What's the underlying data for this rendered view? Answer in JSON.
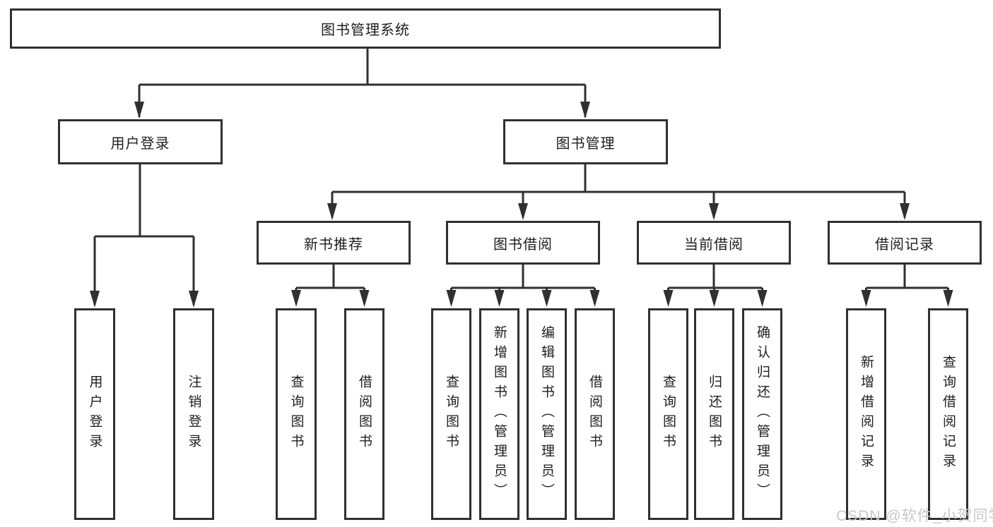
{
  "diagram_type": "functional-decomposition-tree",
  "tree": {
    "root": "图书管理系统",
    "branches": [
      {
        "label": "用户登录",
        "leaves": [
          "用户登录",
          "注销登录"
        ]
      },
      {
        "label": "图书管理",
        "groups": [
          {
            "label": "新书推荐",
            "leaves": [
              "查询图书",
              "借阅图书"
            ]
          },
          {
            "label": "图书借阅",
            "leaves": [
              "查询图书",
              "新增图书（管理员）",
              "编辑图书（管理员）",
              "借阅图书"
            ]
          },
          {
            "label": "当前借阅",
            "leaves": [
              "查询图书",
              "归还图书",
              "确认归还（管理员）"
            ]
          },
          {
            "label": "借阅记录",
            "leaves": [
              "新增借阅记录",
              "查询借阅记录"
            ]
          }
        ]
      }
    ]
  },
  "watermark": "CSDN @软件_小贺同学",
  "colors": {
    "line": "#303030",
    "text": "#1e1e1e",
    "watermark": "#c8c8c8",
    "background": "#ffffff"
  }
}
